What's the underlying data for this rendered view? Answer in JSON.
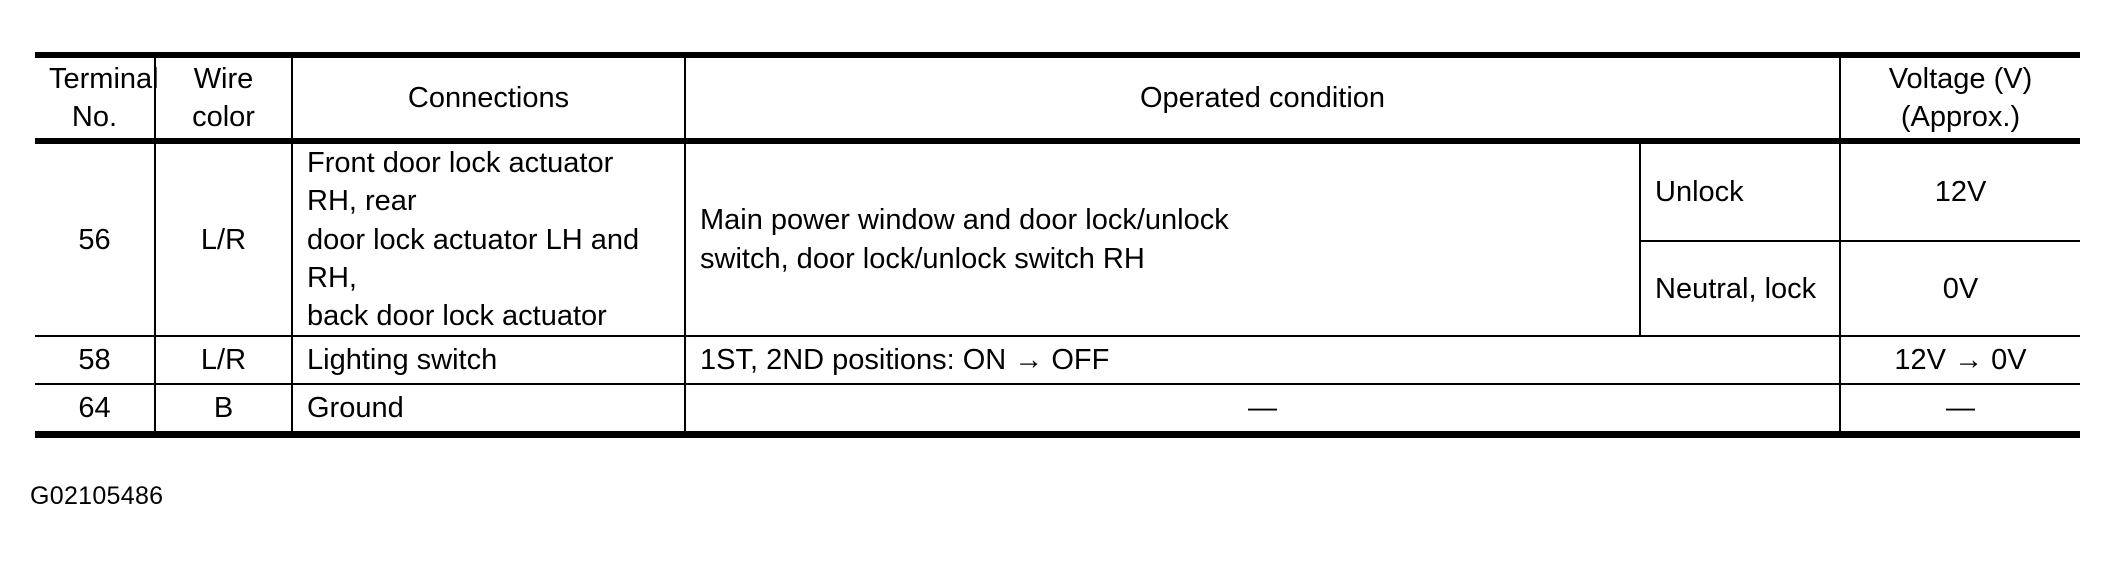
{
  "document": {
    "figure_code": "G02105486"
  },
  "table": {
    "headers": {
      "terminal_no": "Terminal\nNo.",
      "terminal_no_line1": "Terminal",
      "terminal_no_line2": "No.",
      "wire_color_line1": "Wire",
      "wire_color_line2": "color",
      "connections": "Connections",
      "operated_condition": "Operated condition",
      "voltage_line1": "Voltage (V)",
      "voltage_line2": "(Approx.)"
    },
    "rows": [
      {
        "terminal_no": "56",
        "wire_color": "L/R",
        "connections_line1": "Front door lock actuator RH, rear",
        "connections_line2": "door lock actuator LH and RH,",
        "connections_line3": "back door lock actuator",
        "operated_condition_line1": "Main power window and door lock/unlock",
        "operated_condition_line2": "switch, door lock/unlock switch RH",
        "sub_conditions": [
          {
            "label": "Unlock",
            "voltage": "12V"
          },
          {
            "label": "Neutral, lock",
            "voltage": "0V"
          }
        ]
      },
      {
        "terminal_no": "58",
        "wire_color": "L/R",
        "connections": "Lighting switch",
        "operated_condition": "1ST, 2ND positions: ON → OFF",
        "voltage": "12V → 0V"
      },
      {
        "terminal_no": "64",
        "wire_color": "B",
        "connections": "Ground",
        "operated_condition": "—",
        "voltage": "—"
      }
    ]
  }
}
